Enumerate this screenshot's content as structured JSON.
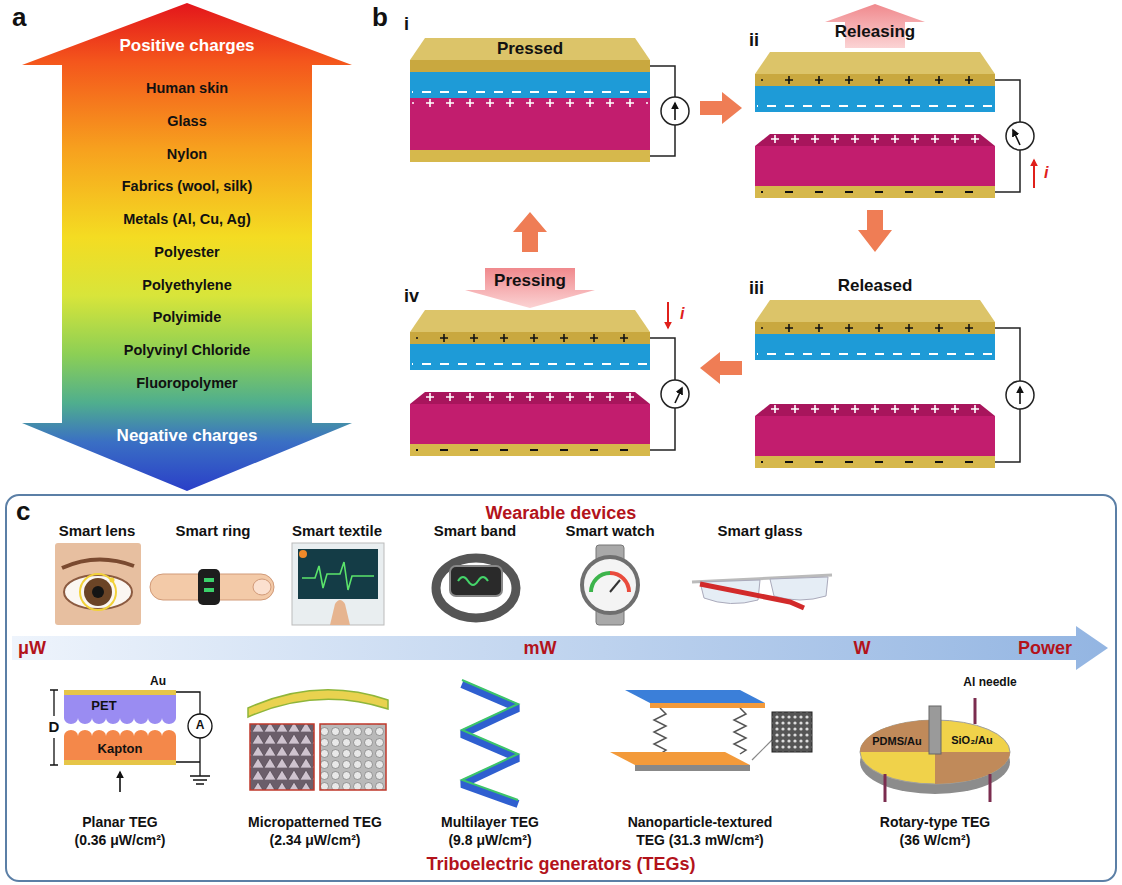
{
  "diagram": {
    "nodes": [
      {
        "text": [
          "Positive charges",
          "Human skin",
          "Glass",
          "Nylon",
          "Fabrics (wool, silk)",
          "Metals (Al, Cu, Ag)",
          "Polyester",
          "Polyethylene",
          "Polyimide",
          "Polyvinyl Chloride",
          "Fluoropolymer",
          "Negative charges"
        ]
      },
      {
        "text": [
          "Wearable devices",
          "Triboelectric generators (TEGs)"
        ]
      }
    ],
    "labels": [
      "a",
      "b",
      "i",
      "Pressed",
      "ii",
      "Releasing",
      "i",
      "iii",
      "Released",
      "iv",
      "Pressing",
      "i",
      "c",
      "Smart lens",
      "Smart ring",
      "Smart textile",
      "Smart band",
      "Smart watch",
      "Smart glass",
      "μW",
      "mW",
      "W",
      "Power",
      "D",
      "PET",
      "Au",
      "Kapton",
      "A",
      "Al needle",
      "PDMS/Au",
      "SiO₂/Au",
      "Planar TEG",
      "(0.36 μW/cm²)",
      "Micropatterned TEG",
      "(2.34 μW/cm²)",
      "Multilayer TEG",
      "(9.8 μW/cm²)",
      "Nanoparticle-textured",
      "TEG (31.3 mW/cm²)",
      "Rotary-type TEG",
      "(36 W/cm²)"
    ]
  }
}
